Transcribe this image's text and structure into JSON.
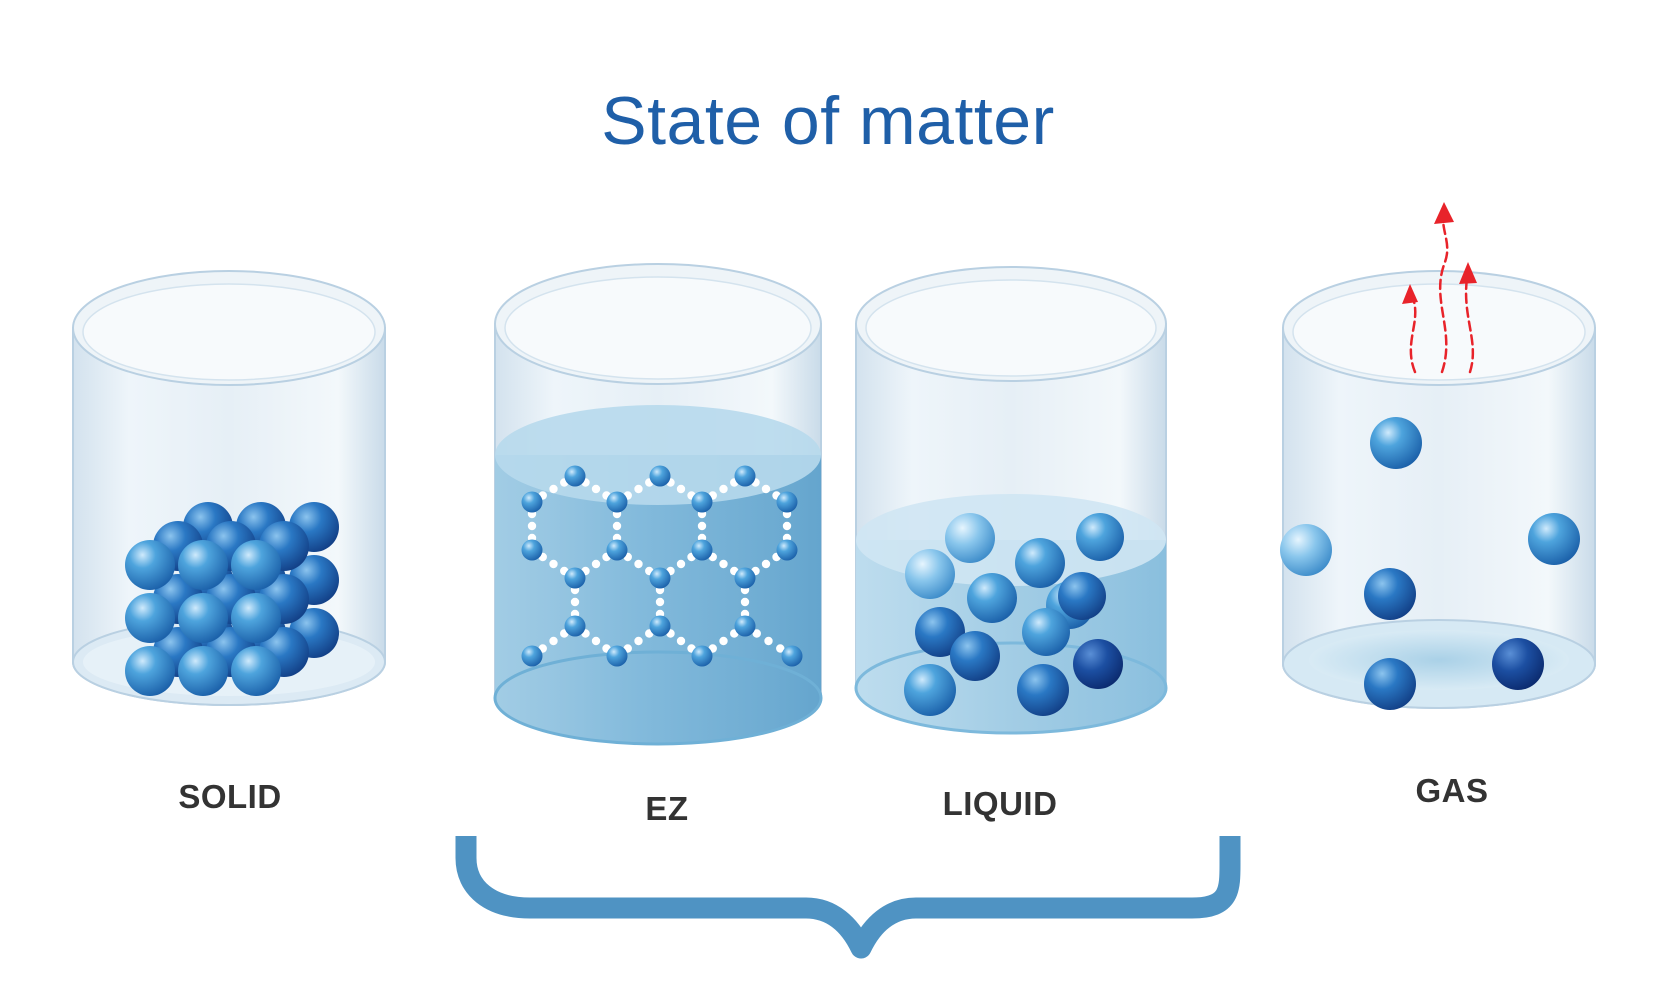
{
  "title": "State of matter",
  "labels": {
    "solid": "SOLID",
    "ez": "EZ",
    "liquid": "LIQUID",
    "gas": "GAS"
  },
  "colors": {
    "title": "#1f5fa8",
    "label": "#333333",
    "glass_outline": "#bcd4e6",
    "water": "#86bcdc",
    "brace": "#4f93c3",
    "steam_arrow": "#e8232a",
    "molecule": "#2a7fc8"
  },
  "icons": {
    "gas_arrows": "red-dashed-up-arrows",
    "grouping": "curly-brace"
  }
}
